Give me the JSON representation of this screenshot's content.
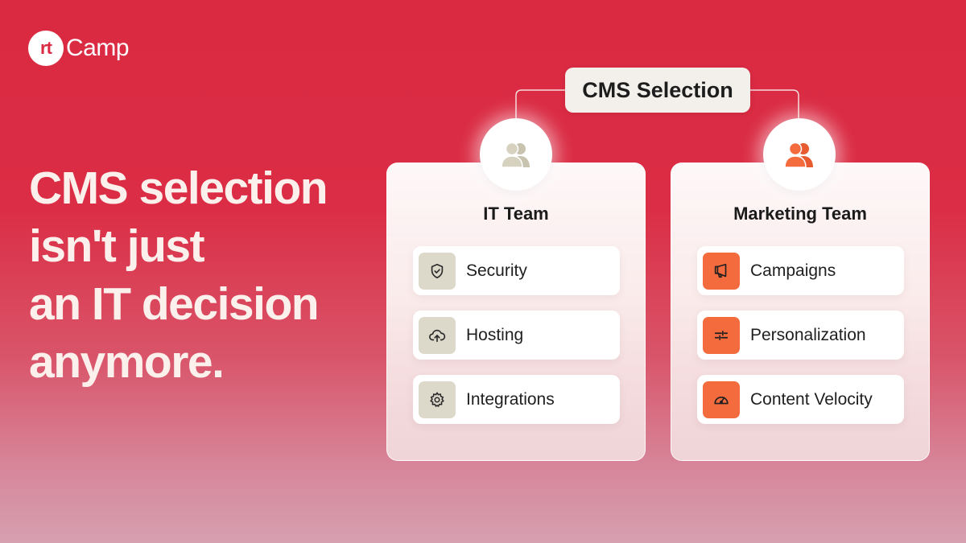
{
  "brand": {
    "logo_mark": "rt",
    "logo_text": "Camp"
  },
  "headline": {
    "lines": [
      "CMS selection",
      "isn't just",
      "an IT decision",
      "anymore."
    ]
  },
  "diagram": {
    "root": "CMS Selection",
    "teams": [
      {
        "title": "IT Team",
        "avatar_icon": "users-icon",
        "items": [
          {
            "label": "Security",
            "icon": "shield-check-icon"
          },
          {
            "label": "Hosting",
            "icon": "cloud-upload-icon"
          },
          {
            "label": "Integrations",
            "icon": "gear-icon"
          }
        ]
      },
      {
        "title": "Marketing Team",
        "avatar_icon": "users-icon",
        "items": [
          {
            "label": "Campaigns",
            "icon": "megaphone-icon"
          },
          {
            "label": "Personalization",
            "icon": "sliders-icon"
          },
          {
            "label": "Content Velocity",
            "icon": "speedometer-icon"
          }
        ]
      }
    ]
  },
  "colors": {
    "background": "#d92a42",
    "accent_orange": "#f46b3e",
    "neutral_icon_bg": "#dcd9cb",
    "it_avatar": "#d6d2bf",
    "marketing_avatar": "#f46b3e"
  }
}
